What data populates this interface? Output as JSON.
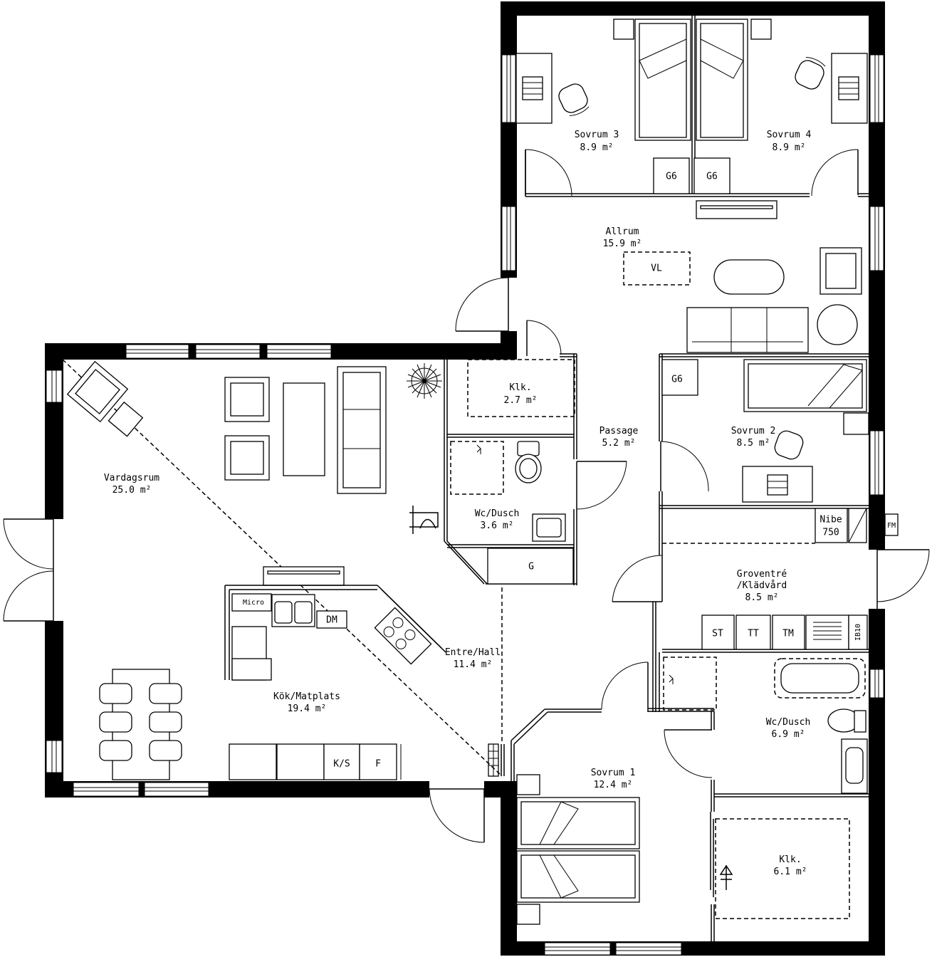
{
  "rooms": {
    "sovrum3": {
      "name": "Sovrum 3",
      "area": "8.9 m²"
    },
    "sovrum4": {
      "name": "Sovrum 4",
      "area": "8.9 m²"
    },
    "allrum": {
      "name": "Allrum",
      "area": "15.9 m²"
    },
    "klk_small": {
      "name": "Klk.",
      "area": "2.7 m²"
    },
    "passage": {
      "name": "Passage",
      "area": "5.2 m²"
    },
    "sovrum2": {
      "name": "Sovrum 2",
      "area": "8.5 m²"
    },
    "wc_dusch_small": {
      "name": "Wc/Dusch",
      "area": "3.6 m²"
    },
    "vardagsrum": {
      "name": "Vardagsrum",
      "area": "25.0 m²"
    },
    "groventre": {
      "name": "Groventré",
      "name2": "/Klädvård",
      "area": "8.5 m²"
    },
    "entre_hall": {
      "name": "Entre/Hall",
      "area": "11.4 m²"
    },
    "kok": {
      "name": "Kök/Matplats",
      "area": "19.4 m²"
    },
    "wc_dusch_large": {
      "name": "Wc/Dusch",
      "area": "6.9 m²"
    },
    "sovrum1": {
      "name": "Sovrum 1",
      "area": "12.4 m²"
    },
    "klk_large": {
      "name": "Klk.",
      "area": "6.1 m²"
    }
  },
  "fixtures": {
    "g6_1": "G6",
    "g6_2": "G6",
    "g6_3": "G6",
    "vl": "VL",
    "g": "G",
    "nibe": "Nibe",
    "nibe_model": "750",
    "fm": "FM",
    "st": "ST",
    "tt": "TT",
    "tm": "TM",
    "ib10": "IB10",
    "micro": "Micro",
    "dm": "DM",
    "ks": "K/S",
    "f": "F"
  }
}
